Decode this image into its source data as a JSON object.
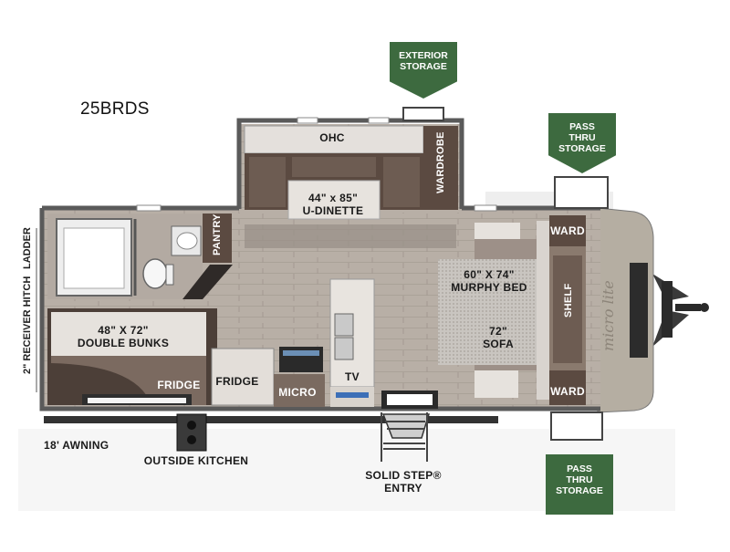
{
  "model": "25BRDS",
  "labels": {
    "ohc": "OHC",
    "wardrobe": "WARDROBE",
    "dinette_size": "44\" x 85\"",
    "dinette": "U-DINETTE",
    "pantry": "PANTRY",
    "murphy_size": "60\" X 74\"",
    "murphy": "MURPHY BED",
    "sofa_size": "72\"",
    "sofa": "SOFA",
    "ward_top": "WARD",
    "ward_bottom": "WARD",
    "shelf": "SHELF",
    "bunks_size": "48\" X 72\"",
    "bunks": "DOUBLE BUNKS",
    "fridge_left": "FRIDGE",
    "fridge_right": "FRIDGE",
    "micro": "MICRO",
    "tv": "TV",
    "awning": "18' AWNING",
    "outside_kitchen": "OUTSIDE KITCHEN",
    "solid_step": "SOLID STEP®",
    "entry": "ENTRY",
    "receiver_hitch": "2\" RECEIVER HITCH",
    "ladder": "LADDER"
  },
  "badges": {
    "exterior_storage": [
      "EXTERIOR",
      "STORAGE"
    ],
    "pass_thru_top": [
      "PASS",
      "THRU",
      "STORAGE"
    ],
    "pass_thru_bottom": [
      "PASS",
      "THRU",
      "STORAGE"
    ]
  },
  "colors": {
    "badge_green": "#3d6a3f",
    "wall": "#5a5a5a",
    "floor": "#b9b0a7",
    "cabinet_dark": "#5b4a41",
    "cabinet_mid": "#8a7a6e",
    "nose_cap": "#b5aea2"
  }
}
